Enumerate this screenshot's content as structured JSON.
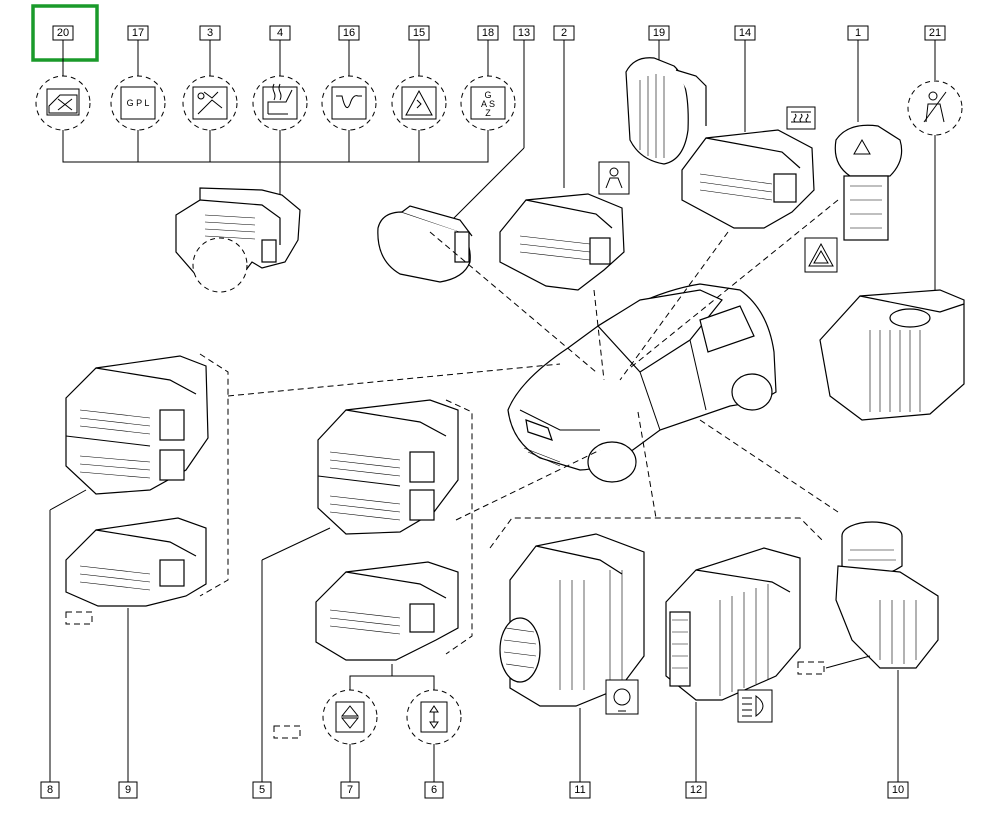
{
  "callouts": {
    "c20": "20",
    "c17": "17",
    "c3": "3",
    "c4": "4",
    "c16": "16",
    "c15": "15",
    "c18": "18",
    "c13": "13",
    "c2": "2",
    "c19": "19",
    "c14": "14",
    "c1": "1",
    "c21": "21",
    "c8": "8",
    "c9": "9",
    "c5": "5",
    "c7": "7",
    "c6": "6",
    "c11": "11",
    "c12": "12",
    "c10": "10"
  },
  "icons": {
    "gpl": "G P L",
    "gasz": [
      "G",
      "A S",
      "Z"
    ]
  },
  "selected_callout": "20",
  "highlight_color": "#1a9a2a"
}
